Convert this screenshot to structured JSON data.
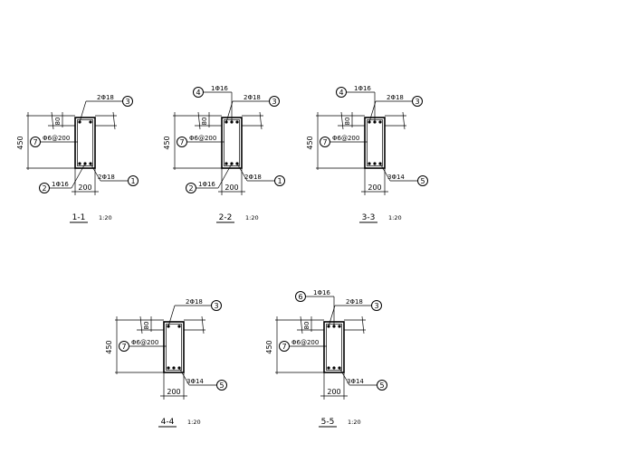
{
  "sections": [
    {
      "id": "1-1",
      "title": "1-1",
      "scale": "1:20",
      "height_dim": "450",
      "slab_dim": "80",
      "width_dim": "200",
      "top_bar": {
        "text": "2Φ18",
        "mark": "3"
      },
      "bottom_bar": {
        "text": "2Φ18",
        "mark": "1"
      },
      "extra_bar": {
        "text": "1Φ16",
        "mark": "2"
      },
      "stirrup": {
        "text": "Φ6@200",
        "mark": "7"
      },
      "top_extra": null
    },
    {
      "id": "2-2",
      "title": "2-2",
      "scale": "1:20",
      "height_dim": "450",
      "slab_dim": "80",
      "width_dim": "200",
      "top_bar": {
        "text": "2Φ18",
        "mark": "3"
      },
      "bottom_bar": {
        "text": "2Φ18",
        "mark": "1"
      },
      "extra_bar": {
        "text": "1Φ16",
        "mark": "2"
      },
      "stirrup": {
        "text": "Φ6@200",
        "mark": "7"
      },
      "top_extra": {
        "text": "1Φ16",
        "mark": "4"
      }
    },
    {
      "id": "3-3",
      "title": "3-3",
      "scale": "1:20",
      "height_dim": "450",
      "slab_dim": "80",
      "width_dim": "200",
      "top_bar": {
        "text": "2Φ18",
        "mark": "3"
      },
      "bottom_bar": {
        "text": "3Φ14",
        "mark": "5"
      },
      "extra_bar": null,
      "stirrup": {
        "text": "Φ6@200",
        "mark": "7"
      },
      "top_extra": {
        "text": "1Φ16",
        "mark": "4"
      }
    },
    {
      "id": "4-4",
      "title": "4-4",
      "scale": "1:20",
      "height_dim": "450",
      "slab_dim": "80",
      "width_dim": "200",
      "top_bar": {
        "text": "2Φ18",
        "mark": "3"
      },
      "bottom_bar": {
        "text": "3Φ14",
        "mark": "5"
      },
      "extra_bar": null,
      "stirrup": {
        "text": "Φ6@200",
        "mark": "7"
      },
      "top_extra": null
    },
    {
      "id": "5-5",
      "title": "5-5",
      "scale": "1:20",
      "height_dim": "450",
      "slab_dim": "80",
      "width_dim": "200",
      "top_bar": {
        "text": "2Φ18",
        "mark": "3"
      },
      "bottom_bar": {
        "text": "3Φ14",
        "mark": "5"
      },
      "extra_bar": null,
      "stirrup": {
        "text": "Φ6@200",
        "mark": "7"
      },
      "top_extra": {
        "text": "1Φ16",
        "mark": "6"
      }
    }
  ]
}
